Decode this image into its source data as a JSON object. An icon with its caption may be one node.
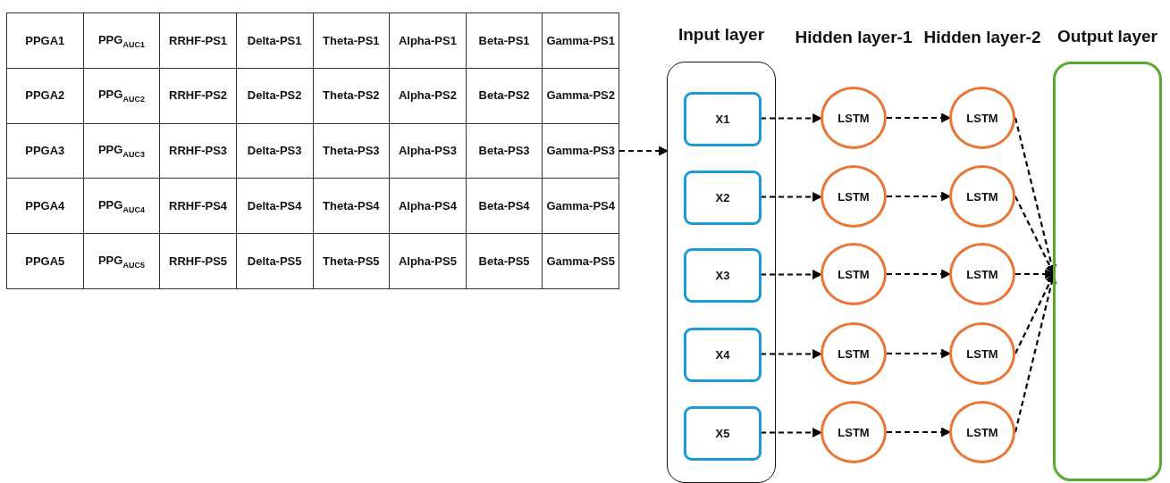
{
  "diagram": {
    "nodes": [
      {
        "text": [
          "PPGA1",
          "PPG$_{AUC1}$",
          "RRHF-PS1",
          "Delta-PS1",
          "Theta-PS1",
          "Alpha-PS1",
          "Beta-PS1",
          "Gamma-PS1",
          "PPGA2",
          "PPG$_{AUC2}$",
          "RRHF-PS2",
          "Delta-PS2",
          "Theta-PS2",
          "Alpha-PS2",
          "Beta-PS2",
          "Gamma-PS2",
          "PPGA3",
          "PPG$_{AUC3}$",
          "RRHF-PS3",
          "Delta-PS3",
          "Theta-PS3",
          "Alpha-PS3",
          "Beta-PS3",
          "Gamma-PS3",
          "PPGA4",
          "PPG$_{AUC4}$",
          "RRHF-PS4",
          "Delta-PS4",
          "Theta-PS4",
          "Alpha-PS4",
          "Beta-PS4",
          "Gamma-PS4",
          "PPGA5",
          "PPG$_{AUC5}$",
          "RRHF-PS5",
          "Delta-PS5",
          "Theta-PS5",
          "Alpha-PS5",
          "Beta-PS5",
          "Gamma-PS5"
        ]
      },
      {
        "text": [
          "Input layer"
        ]
      },
      {
        "text": [
          "X1"
        ],
        "in": 1
      },
      {
        "text": [
          "X2"
        ],
        "in": 1
      },
      {
        "text": [
          "X3"
        ],
        "in": 1
      },
      {
        "text": [
          "X4"
        ],
        "in": 1
      },
      {
        "text": [
          "X5"
        ],
        "in": 1
      },
      {
        "text": [
          "LSTM"
        ]
      },
      {
        "text": [
          "LSTM"
        ]
      },
      {
        "text": [
          "LSTM"
        ]
      },
      {
        "text": [
          "LSTM"
        ]
      },
      {
        "text": [
          "LSTM"
        ]
      },
      {
        "text": [
          "LSTM"
        ]
      },
      {
        "text": [
          "LSTM"
        ]
      },
      {
        "text": [
          "LSTM"
        ]
      },
      {
        "text": [
          "LSTM"
        ]
      },
      {
        "text": [
          "LSTM"
        ]
      },
      {
        "text": [
          "Output layer"
        ]
      }
    ],
    "edges": [
      {
        "from": 0,
        "to": 1,
        "arrow": "to",
        "style": "dashed"
      },
      {
        "from": 2,
        "to": 7,
        "arrow": "to",
        "style": "dashed"
      },
      {
        "from": 3,
        "to": 8,
        "arrow": "to",
        "style": "dashed"
      },
      {
        "from": 4,
        "to": 9,
        "arrow": "to",
        "style": "dashed"
      },
      {
        "from": 5,
        "to": 10,
        "arrow": "to",
        "style": "dashed"
      },
      {
        "from": 6,
        "to": 11,
        "arrow": "to",
        "style": "dashed"
      },
      {
        "from": 7,
        "to": 12,
        "arrow": "to",
        "style": "dashed"
      },
      {
        "from": 8,
        "to": 13,
        "arrow": "to",
        "style": "dashed"
      },
      {
        "from": 9,
        "to": 14,
        "arrow": "to",
        "style": "dashed"
      },
      {
        "from": 10,
        "to": 15,
        "arrow": "to",
        "style": "dashed"
      },
      {
        "from": 11,
        "to": 16,
        "arrow": "to",
        "style": "dashed"
      },
      {
        "from": 12,
        "to": 17,
        "arrow": "to",
        "style": "dashed"
      },
      {
        "from": 13,
        "to": 17,
        "arrow": "to",
        "style": "dashed"
      },
      {
        "from": 14,
        "to": 17,
        "arrow": "to",
        "style": "dashed"
      },
      {
        "from": 15,
        "to": 17,
        "arrow": "to",
        "style": "dashed"
      },
      {
        "from": 16,
        "to": 17,
        "arrow": "to",
        "style": "dashed"
      }
    ],
    "labels": [
      "Hidden layer-1",
      "Hidden layer-2"
    ]
  }
}
